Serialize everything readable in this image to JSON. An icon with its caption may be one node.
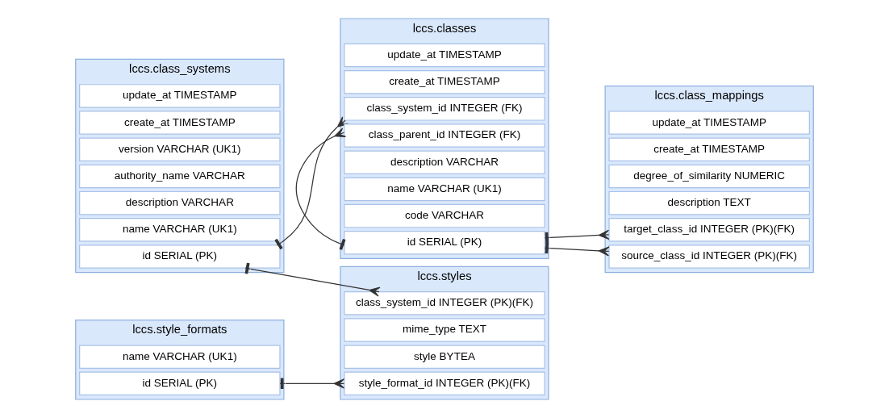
{
  "diagram": {
    "nodes": [
      {
        "text": [
          "lccs.class_systems"
        ]
      },
      {
        "text": [
          "id SERIAL (PK)"
        ],
        "in": 0
      },
      {
        "text": [
          "name VARCHAR (UK1)"
        ],
        "in": 0
      },
      {
        "text": [
          "description VARCHAR"
        ],
        "in": 0
      },
      {
        "text": [
          "authority_name VARCHAR"
        ],
        "in": 0
      },
      {
        "text": [
          "version VARCHAR (UK1)"
        ],
        "in": 0
      },
      {
        "text": [
          "create_at TIMESTAMP"
        ],
        "in": 0
      },
      {
        "text": [
          "update_at TIMESTAMP"
        ],
        "in": 0
      },
      {
        "text": [
          "lccs.classes"
        ]
      },
      {
        "text": [
          "id SERIAL (PK)"
        ],
        "in": 8
      },
      {
        "text": [
          "code VARCHAR"
        ],
        "in": 8
      },
      {
        "text": [
          "name VARCHAR (UK1)"
        ],
        "in": 8
      },
      {
        "text": [
          "description VARCHAR"
        ],
        "in": 8
      },
      {
        "text": [
          "class_parent_id INTEGER (FK)"
        ],
        "in": 8
      },
      {
        "text": [
          "class_system_id INTEGER (FK)"
        ],
        "in": 8
      },
      {
        "text": [
          "create_at TIMESTAMP"
        ],
        "in": 8
      },
      {
        "text": [
          "update_at TIMESTAMP"
        ],
        "in": 8
      },
      {
        "text": [
          "lccs.class_mappings"
        ]
      },
      {
        "text": [
          "source_class_id INTEGER (PK)(FK)"
        ],
        "in": 17
      },
      {
        "text": [
          "target_class_id INTEGER (PK)(FK)"
        ],
        "in": 17
      },
      {
        "text": [
          "description TEXT"
        ],
        "in": 17
      },
      {
        "text": [
          "degree_of_similarity NUMERIC"
        ],
        "in": 17
      },
      {
        "text": [
          "create_at TIMESTAMP"
        ],
        "in": 17
      },
      {
        "text": [
          "update_at TIMESTAMP"
        ],
        "in": 17
      },
      {
        "text": [
          "lccs.styles"
        ]
      },
      {
        "text": [
          "class_system_id INTEGER (PK)(FK)"
        ],
        "in": 24
      },
      {
        "text": [
          "style_format_id INTEGER (PK)(FK)"
        ],
        "in": 24
      },
      {
        "text": [
          "style BYTEA"
        ],
        "in": 24
      },
      {
        "text": [
          "mime_type TEXT"
        ],
        "in": 24
      },
      {
        "text": [
          "lccs.style_formats"
        ]
      },
      {
        "text": [
          "id SERIAL (PK)"
        ],
        "in": 29
      },
      {
        "text": [
          "name VARCHAR (UK1)"
        ],
        "in": 29
      }
    ],
    "edges": [
      {
        "from": 1,
        "to": 14,
        "arrow": "other"
      },
      {
        "from": 1,
        "to": 25,
        "arrow": "other"
      },
      {
        "from": 9,
        "to": 13,
        "arrow": "other"
      },
      {
        "from": 9,
        "to": 18,
        "arrow": "other"
      },
      {
        "from": 9,
        "to": 19,
        "arrow": "other"
      },
      {
        "from": 30,
        "to": 26,
        "arrow": "other"
      }
    ]
  }
}
